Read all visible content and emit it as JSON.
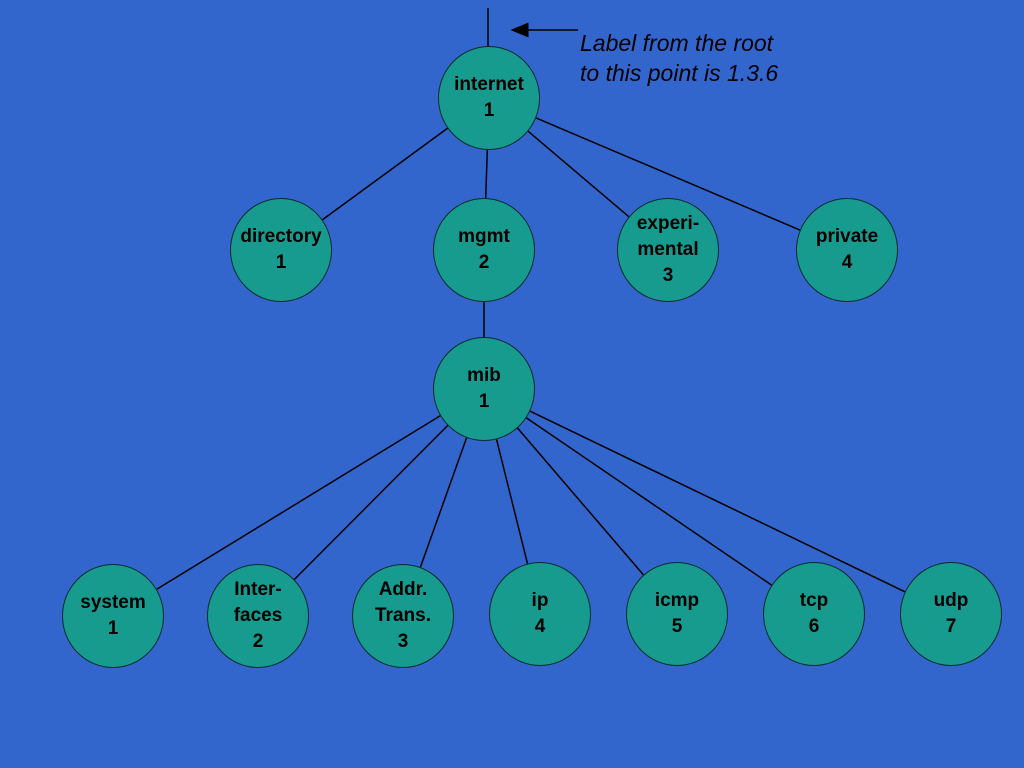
{
  "annotation": {
    "text": "Label from the root\nto this point is 1.3.6"
  },
  "nodes": [
    {
      "id": "internet",
      "label": "internet\n1"
    },
    {
      "id": "directory",
      "label": "directory\n1"
    },
    {
      "id": "mgmt",
      "label": "mgmt\n2"
    },
    {
      "id": "experimental",
      "label": "experi-\nmental\n3"
    },
    {
      "id": "private",
      "label": "private\n4"
    },
    {
      "id": "mib",
      "label": "mib\n1"
    },
    {
      "id": "system",
      "label": "system\n1"
    },
    {
      "id": "interfaces",
      "label": "Inter-\nfaces\n2"
    },
    {
      "id": "addr-trans",
      "label": "Addr.\nTrans.\n3"
    },
    {
      "id": "ip",
      "label": "ip\n4"
    },
    {
      "id": "icmp",
      "label": "icmp\n5"
    },
    {
      "id": "tcp",
      "label": "tcp\n6"
    },
    {
      "id": "udp",
      "label": "udp\n7"
    }
  ],
  "edges": [
    {
      "from": "internet",
      "to": "directory"
    },
    {
      "from": "internet",
      "to": "mgmt"
    },
    {
      "from": "internet",
      "to": "experimental"
    },
    {
      "from": "internet",
      "to": "private"
    },
    {
      "from": "mgmt",
      "to": "mib"
    },
    {
      "from": "mib",
      "to": "system"
    },
    {
      "from": "mib",
      "to": "interfaces"
    },
    {
      "from": "mib",
      "to": "addr-trans"
    },
    {
      "from": "mib",
      "to": "ip"
    },
    {
      "from": "mib",
      "to": "icmp"
    },
    {
      "from": "mib",
      "to": "tcp"
    },
    {
      "from": "mib",
      "to": "udp"
    }
  ],
  "colors": {
    "background": "#3366cc",
    "node_fill": "#179b8e",
    "line": "#000000"
  }
}
